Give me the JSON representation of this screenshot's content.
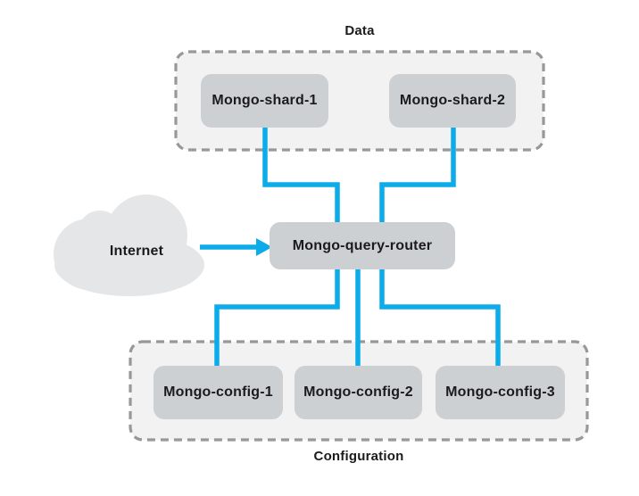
{
  "diagram": {
    "groups": {
      "data": {
        "label": "Data"
      },
      "configuration": {
        "label": "Configuration"
      }
    },
    "nodes": {
      "internet": {
        "label": "Internet"
      },
      "router": {
        "label": "Mongo-query-router"
      },
      "shards": [
        {
          "label": "Mongo-shard-1"
        },
        {
          "label": "Mongo-shard-2"
        }
      ],
      "configs": [
        {
          "label": "Mongo-config-1"
        },
        {
          "label": "Mongo-config-2"
        },
        {
          "label": "Mongo-config-3"
        }
      ]
    },
    "edges": [
      {
        "from": "Internet",
        "to": "Mongo-query-router",
        "type": "arrow"
      },
      {
        "from": "Mongo-shard-1",
        "to": "Mongo-query-router",
        "type": "line"
      },
      {
        "from": "Mongo-shard-2",
        "to": "Mongo-query-router",
        "type": "line"
      },
      {
        "from": "Mongo-query-router",
        "to": "Mongo-config-1",
        "type": "line"
      },
      {
        "from": "Mongo-query-router",
        "to": "Mongo-config-2",
        "type": "line"
      },
      {
        "from": "Mongo-query-router",
        "to": "Mongo-config-3",
        "type": "line"
      }
    ],
    "colors": {
      "connector": "#0bace9",
      "node_fill": "#cdd0d3",
      "group_fill": "#f2f2f3",
      "group_border": "#96989c",
      "cloud_fill": "#e5e6e8",
      "text": "#1b1b1d"
    }
  }
}
